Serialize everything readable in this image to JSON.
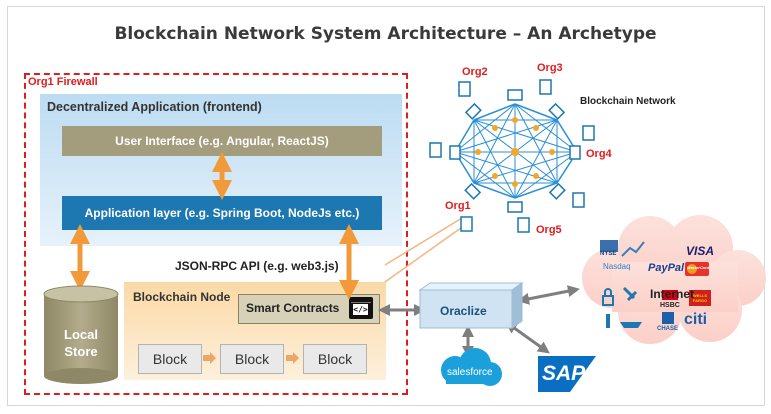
{
  "title": "Blockchain Network System Architecture – An Archetype",
  "firewall_label": "Org1 Firewall",
  "dapp": {
    "label": "Decentralized Application (frontend)",
    "ui_layer": "User Interface (e.g. Angular, ReactJS)",
    "app_layer": "Application layer (e.g. Spring Boot, NodeJs etc.)"
  },
  "api_label": "JSON-RPC API (e.g. web3.js)",
  "local_store": {
    "line1": "Local",
    "line2": "Store"
  },
  "node": {
    "label": "Blockchain Node",
    "smart_contracts": "Smart Contracts",
    "code_icon": "</>",
    "blocks": [
      "Block",
      "Block",
      "Block"
    ]
  },
  "oraclize": "Oraclize",
  "network": {
    "label": "Blockchain Network",
    "orgs": [
      "Org2",
      "Org3",
      "Org4",
      "Org1",
      "Org5"
    ]
  },
  "internet": {
    "label": "Internet",
    "logos": [
      "NYSE",
      "Nasdaq",
      "PayPal",
      "VISA",
      "MasterCard",
      "HSBC",
      "WELLS FARGO",
      "CHASE",
      "citi"
    ]
  },
  "partners": [
    "salesforce",
    "SAP"
  ],
  "colors": {
    "firewall": "#e01c1c",
    "ui_layer": "#a39c7d",
    "app_layer": "#1d77b0",
    "arrow_orange": "#f29a3a",
    "arrow_grey": "#7f7f7f",
    "store": "#a39c7d",
    "network_lines": "#2a8fd6",
    "salesforce": "#1ca0dc",
    "sap": "#0a6fc2"
  }
}
